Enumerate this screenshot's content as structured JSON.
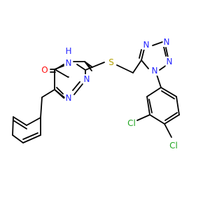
{
  "colors": {
    "bond": "#000000",
    "N": "#2626ff",
    "O": "#ff0d0d",
    "S": "#b2a000",
    "Cl": "#1fa51f",
    "background": "#ffffff"
  },
  "atoms": {
    "o_label": "O",
    "nh_label": "N",
    "nh_h": "H",
    "n_t1": "N",
    "n_t2": "N",
    "s_label": "S",
    "n_z1": "N",
    "n_z2": "N",
    "n_z3": "N",
    "n_z4": "N",
    "cl1": "Cl",
    "cl2": "Cl"
  }
}
